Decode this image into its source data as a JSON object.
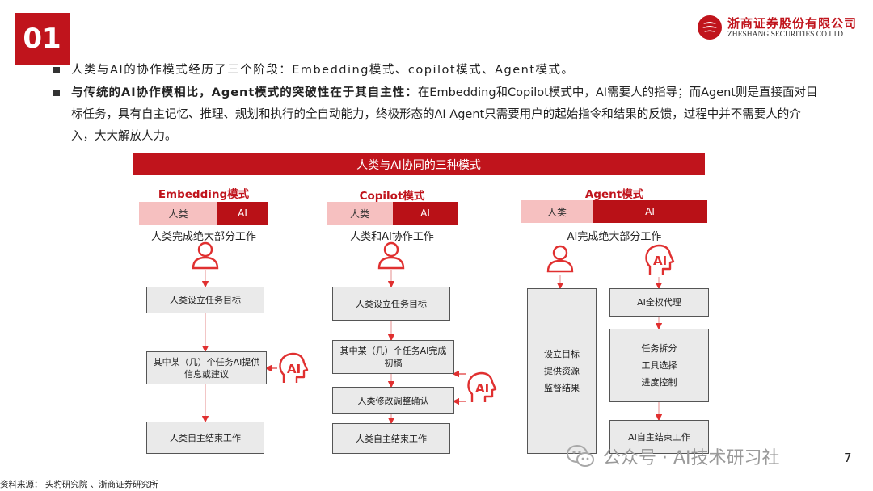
{
  "section_number": "01",
  "company": {
    "name_cn": "浙商证券股份有限公司",
    "name_en": "ZHESHANG SECURITIES CO.LTD",
    "brand_color": "#c0141c"
  },
  "bullets": {
    "b1": "人类与AI的协作模式经历了三个阶段：Embedding模式、copilot模式、Agent模式。",
    "b2_bold": "与传统的AI协作模相比，Agent模式的突破性在于其自主性：",
    "b2_rest": "在Embedding和Copilot模式中，AI需要人的指导；而Agent则是直接面对目标任务，具有自主记忆、推理、规划和执行的全自动能力，终极形态的AI Agent只需要用户的起始指令和结果的反馈，过程中并不需要人的介入，大大解放人力。"
  },
  "diagram": {
    "banner": "人类与AI协同的三种模式",
    "modes": [
      {
        "title": "Embedding模式",
        "human_tag": "人类",
        "ai_tag": "AI",
        "desc": "人类完成绝大部分工作",
        "steps": [
          "人类设立任务目标",
          "其中某（几）个任务AI提供信息或建议",
          "人类自主结束工作"
        ]
      },
      {
        "title": "Copilot模式",
        "human_tag": "人类",
        "ai_tag": "AI",
        "desc": "人类和AI协作工作",
        "steps": [
          "人类设立任务目标",
          "其中某（几）个任务AI完成初稿",
          "人类修改调整确认",
          "人类自主结束工作"
        ]
      },
      {
        "title": "Agent模式",
        "human_tag": "人类",
        "ai_tag": "AI",
        "desc": "AI完成绝大部分工作",
        "human_box": [
          "设立目标",
          "提供资源",
          "监督结果"
        ],
        "steps": [
          "AI全权代理",
          "任务拆分",
          "工具选择",
          "进度控制",
          "AI自主结束工作"
        ]
      }
    ],
    "ai_icon_label": "AI",
    "icons": {
      "human": "person-outline-icon",
      "ai": "ai-head-icon",
      "accent": "#e03030"
    }
  },
  "page_number": "7",
  "watermark": "公众号 · AI技术研习社",
  "source": "资料来源： 头豹研究院 、浙商证券研究所"
}
